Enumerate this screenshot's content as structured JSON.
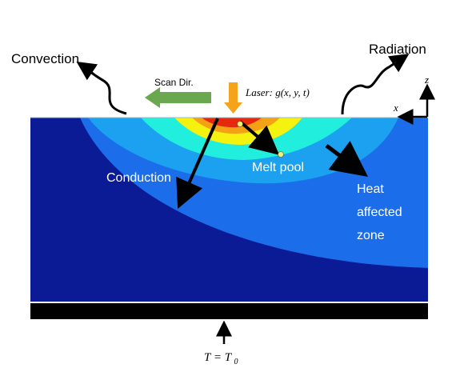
{
  "labels": {
    "convection": "Convection",
    "radiation": "Radiation",
    "scan_dir": "Scan Dir.",
    "laser": "Laser: g(x, y, t)",
    "conduction": "Conduction",
    "melt_pool": "Melt pool",
    "heat_affected_zone": [
      "Heat",
      "affected",
      "zone"
    ],
    "axis_z": "z",
    "axis_x": "x",
    "boundary_condition": "T = T",
    "boundary_subscript": "0"
  },
  "colors": {
    "substrate": "#0b1b96",
    "haz": "#1b6dea",
    "outer_zone": "#1ca0f0",
    "cyan_zone": "#22eede",
    "yellow_zone": "#f4f20e",
    "orange_zone": "#f3a216",
    "red_zone": "#e4290e",
    "scan_arrow": "#6aa84f",
    "laser_arrow": "#f4a31a",
    "base_plate": "#000000"
  }
}
